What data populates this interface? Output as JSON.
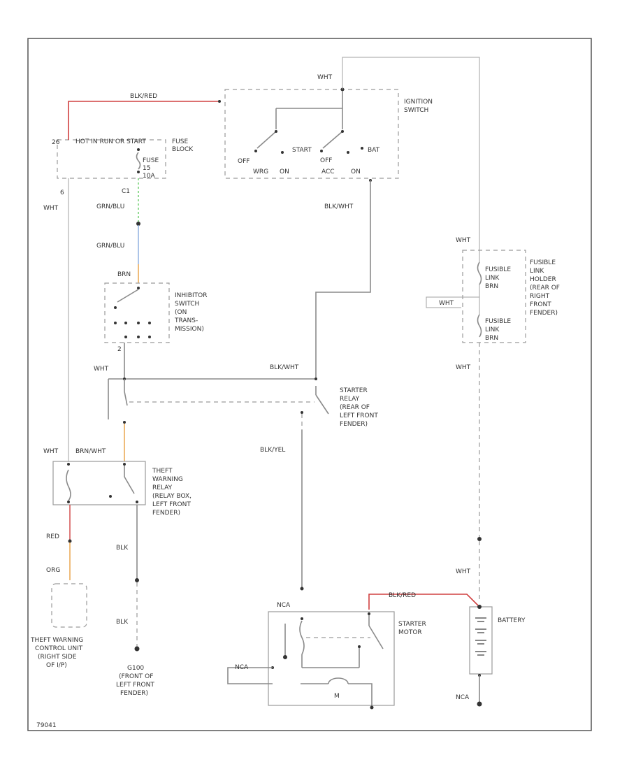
{
  "colors": {
    "red_wire": "#d04040",
    "green_wire": "#66cc66",
    "blue_wire": "#88aadd",
    "orange_wire": "#e8a040",
    "frame": "#555555",
    "wire_gray": "#8a8a8a"
  },
  "labels": {
    "wire_blk_red_top": "BLK/RED",
    "wire_blk_red_bottom": "BLK/RED",
    "hot_in_run_start": "HOT IN RUN OR START",
    "fuse_block": [
      "FUSE",
      "BLOCK"
    ],
    "fuse_num": [
      "FUSE",
      "15",
      "10A"
    ],
    "c2_pin_left": "26",
    "c2_pin_id": "6",
    "wht_top_left": "WHT",
    "wht_top_ign": "WHT",
    "c1_label": "C1",
    "grn_blu_1": "GRN/BLU",
    "grn_blu_2": "GRN/BLU",
    "brn_label": "BRN",
    "ignition_switch": [
      "IGNITION",
      "SWITCH"
    ],
    "ign_positions_top": [
      "START",
      "OFF",
      "BAT"
    ],
    "ign_positions_bottom": [
      "OFF",
      "WRG",
      "ON",
      "ACC",
      "ON"
    ],
    "blk_wht_1": "BLK/WHT",
    "blk_wht_2": "BLK/WHT",
    "inhibitor_switch": [
      "INHIBITOR",
      "SWITCH",
      "(ON",
      "TRANS-",
      "MISSION)"
    ],
    "wht_inhibitor": "WHT",
    "inhibitor_pin": "2",
    "starter_relay": [
      "STARTER",
      "RELAY",
      "(REAR OF",
      "LEFT FRONT",
      "FENDER)"
    ],
    "blk_yel": "BLK/YEL",
    "wht_relay": "WHT",
    "brn_wht": "BRN/WHT",
    "theft_warning_relay": [
      "THEFT",
      "WARNING",
      "RELAY",
      "(RELAY BOX,",
      "LEFT FRONT",
      "FENDER)"
    ],
    "red_label": "RED",
    "org_label": "ORG",
    "blk_1": "BLK",
    "blk_2": "BLK",
    "theft_control_unit": [
      "THEFT WARNING",
      "CONTROL UNIT",
      "(RIGHT SIDE",
      "OF I/P)"
    ],
    "g100": [
      "G100",
      "(FRONT OF",
      "LEFT FRONT",
      "FENDER)"
    ],
    "fusible_link_wht": "WHT",
    "fusible_link_holder": [
      "FUSIBLE",
      "LINK",
      "HOLDER",
      "(REAR OF",
      "RIGHT",
      "FRONT",
      "FENDER)"
    ],
    "fusible_link_1": [
      "FUSIBLE",
      "LINK",
      "BRN"
    ],
    "fusible_link_2": [
      "FUSIBLE",
      "LINK",
      "BRN"
    ],
    "wht_fl_left": "WHT",
    "wht_fl_below": "WHT",
    "wht_battery": "WHT",
    "battery": "BATTERY",
    "nca_1": "NCA",
    "nca_2": "NCA",
    "nca_3": "NCA",
    "starter_motor": [
      "STARTER",
      "MOTOR"
    ],
    "motor_m": "M",
    "footer_code": "79041"
  }
}
